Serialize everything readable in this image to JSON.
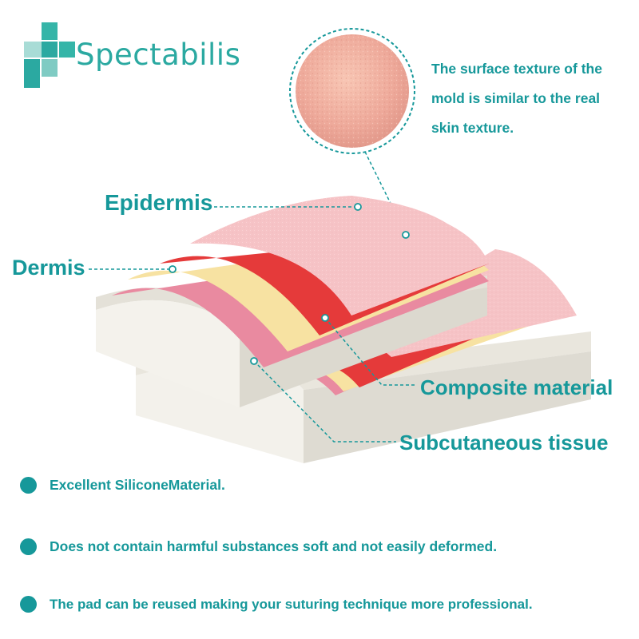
{
  "brand": {
    "name": "Spectabilis",
    "color": "#2ba9a1",
    "logo_icon": "medical-cross-logo-icon"
  },
  "texture_note": {
    "line1": "The surface texture of the",
    "line2": "mold is similar to the real",
    "line3": "skin texture."
  },
  "labels": {
    "epidermis": "Epidermis",
    "dermis": "Dermis",
    "composite": "Composite material",
    "subcutaneous": "Subcutaneous tissue"
  },
  "features": [
    {
      "text": "Excellent SiliconeMaterial."
    },
    {
      "text": "Does not contain harmful substances soft and not easily deformed."
    },
    {
      "text": "The pad can be reused making your suturing technique more professional."
    }
  ],
  "colors": {
    "accent": "#16989a",
    "epidermis_pink": "#f6c3c6",
    "red_layer": "#e53a3a",
    "yellow_layer": "#f7e2a2",
    "pink_layer": "#e98aa0",
    "base_white": "#f2f0ea"
  }
}
